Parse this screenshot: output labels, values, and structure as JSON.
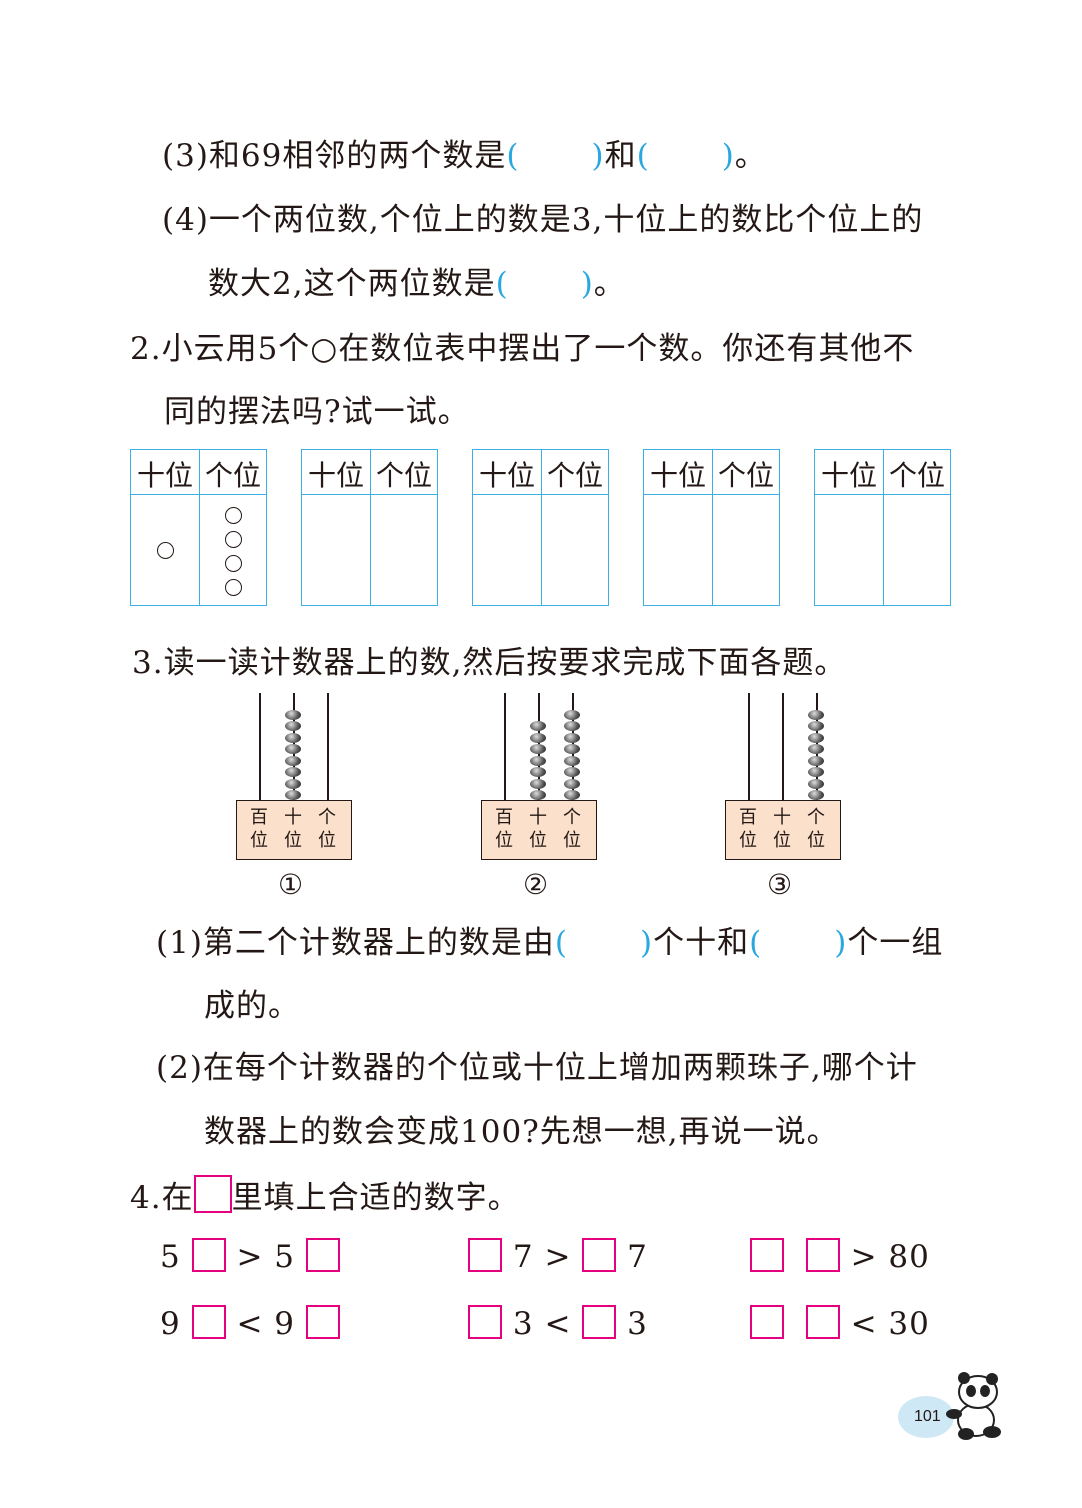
{
  "q1": {
    "item3": {
      "pre": "(3)和69相邻的两个数是",
      "mid": "和",
      "end": "。",
      "lp": "(",
      "rp": ")"
    },
    "item4": {
      "line1": "(4)一个两位数,个位上的数是3,十位上的数比个位上的",
      "line2": "数大2,这个两位数是",
      "end": "。",
      "lp": "(",
      "rp": ")"
    }
  },
  "q2": {
    "line1": "2.小云用5个○在数位表中摆出了一个数。你还有其他不",
    "line2": "同的摆法吗?试一试。",
    "tables": [
      {
        "tens": "十位",
        "ones": "个位",
        "tens_count": 1,
        "ones_count": 4
      },
      {
        "tens": "十位",
        "ones": "个位"
      },
      {
        "tens": "十位",
        "ones": "个位"
      },
      {
        "tens": "十位",
        "ones": "个位"
      },
      {
        "tens": "十位",
        "ones": "个位"
      }
    ]
  },
  "q3": {
    "title": "3.读一读计数器上的数,然后按要求完成下面各题。",
    "abacus": [
      {
        "label": "①",
        "hundreds": 0,
        "tens": 8,
        "ones": 0
      },
      {
        "label": "②",
        "hundreds": 0,
        "tens": 7,
        "ones": 8
      },
      {
        "label": "③",
        "hundreds": 0,
        "tens": 0,
        "ones": 8
      }
    ],
    "place_labels": {
      "h1": "百",
      "h2": "位",
      "t1": "十",
      "t2": "位",
      "o1": "个",
      "o2": "位"
    },
    "sub1": {
      "pre": "(1)第二个计数器上的数是由",
      "mid": "个十和",
      "end": "个一组",
      "line2": "成的。",
      "lp": "(",
      "rp": ")"
    },
    "sub2": {
      "line1": "(2)在每个计数器的个位或十位上增加两颗珠子,哪个计",
      "line2": "数器上的数会变成100?先想一想,再说一说。"
    }
  },
  "q4": {
    "pre": "4.在",
    "post": "里填上合适的数字。",
    "rows": [
      [
        {
          "a": "5",
          "op": ">",
          "b": "5"
        },
        {
          "a": "7",
          "op": ">",
          "b": "7"
        },
        {
          "op": ">",
          "b": "80"
        }
      ],
      [
        {
          "a": "9",
          "op": "<",
          "b": "9"
        },
        {
          "a": "3",
          "op": "<",
          "b": "3"
        },
        {
          "op": "<",
          "b": "30"
        }
      ]
    ]
  },
  "footer": {
    "page_number": "101"
  }
}
